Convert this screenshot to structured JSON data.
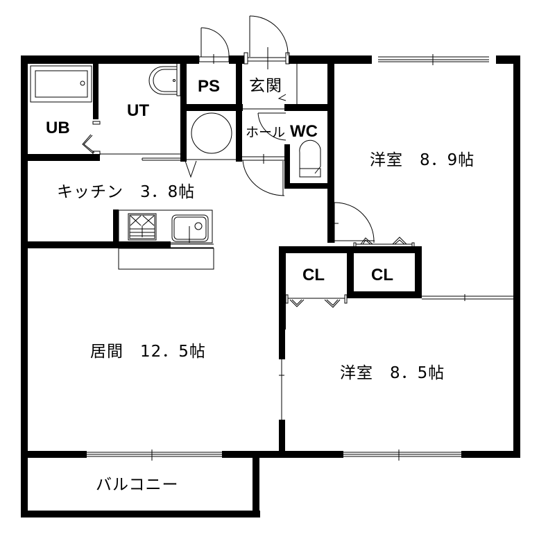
{
  "plan": {
    "colors": {
      "wall": "#000000",
      "background": "#ffffff",
      "line": "#000000"
    },
    "rooms": {
      "ub": {
        "label": "UB"
      },
      "ut": {
        "label": "UT"
      },
      "ps": {
        "label": "PS"
      },
      "genkan": {
        "label": "玄関"
      },
      "hall": {
        "label": "ホール"
      },
      "wc": {
        "label": "WC"
      },
      "kitchen": {
        "label": "キッチン　3．8帖"
      },
      "western1": {
        "label": "洋室　8．9帖"
      },
      "cl1": {
        "label": "CL"
      },
      "cl2": {
        "label": "CL"
      },
      "living": {
        "label": "居間　12．5帖"
      },
      "western2": {
        "label": "洋室　8．5帖"
      },
      "balcony": {
        "label": "バルコニー"
      }
    },
    "fixtures": [
      "bathtub-icon",
      "washbasin-icon",
      "washing-machine-icon",
      "toilet-icon",
      "stove-icon",
      "sink-icon"
    ]
  }
}
